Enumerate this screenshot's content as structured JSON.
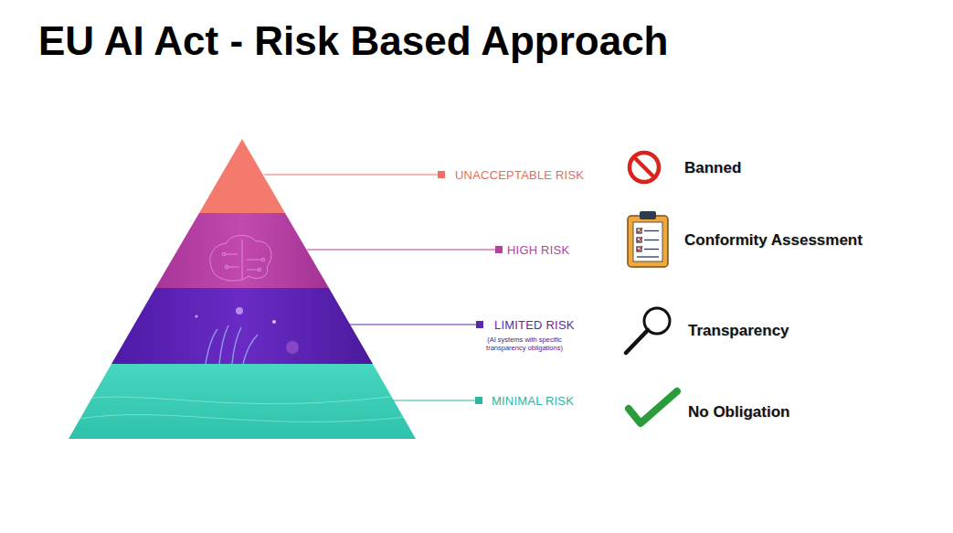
{
  "diagram": {
    "title": "EU AI Act - Risk Based Approach",
    "labels": [
      "UNACCEPTABLE RISK",
      "HIGH RISK",
      "LIMITED RISK",
      "(AI systems with specific transparency obligations)",
      "MINIMAL RISK",
      "Banned",
      "Conformity Assessment",
      "Transparency",
      "No Obligation"
    ]
  }
}
